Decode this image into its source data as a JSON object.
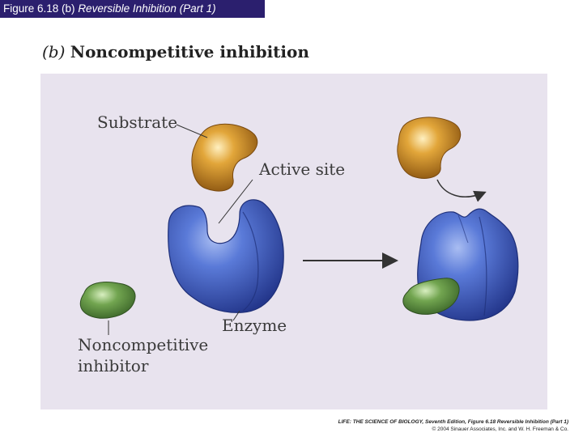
{
  "header": {
    "figure_prefix": "Figure 6.18 (b)",
    "figure_title": "Reversible Inhibition (Part 1)"
  },
  "figure": {
    "panel_letter": "(b)",
    "panel_title": "Noncompetitive inhibition",
    "labels": {
      "substrate": "Substrate",
      "active_site": "Active site",
      "enzyme": "Enzyme",
      "inhibitor_line1": "Noncompetitive",
      "inhibitor_line2": "inhibitor"
    },
    "colors": {
      "background_panel": "#e8e3ee",
      "enzyme": "#4a6cc8",
      "substrate": "#d89a2a",
      "inhibitor": "#6a9a48",
      "title_bar": "#2b1f6e"
    }
  },
  "credit": {
    "book": "LIFE: THE SCIENCE OF BIOLOGY, Seventh Edition, Figure 6.18 Reversible Inhibition (Part 1)",
    "copyright": "© 2004 Sinauer Associates, Inc. and W. H. Freeman & Co."
  }
}
